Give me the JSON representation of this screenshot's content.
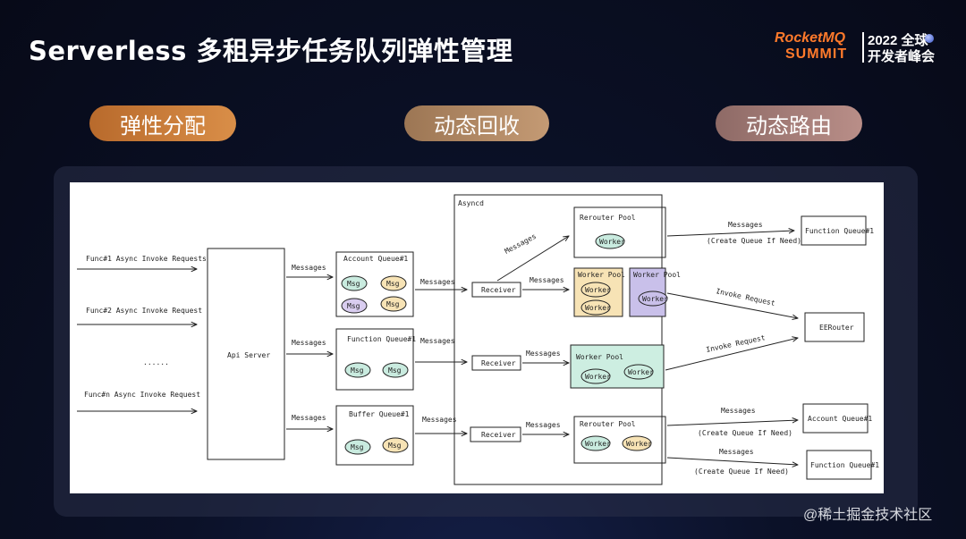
{
  "title": "Serverless 多租异步任务队列弹性管理",
  "logo": {
    "brand": "RocketMQ",
    "sub": "SUMMIT",
    "year": "2022 全球",
    "event": "开发者峰会"
  },
  "pills": [
    "弹性分配",
    "动态回收",
    "动态路由"
  ],
  "watermark": "@稀土掘金技术社区",
  "diagram": {
    "requests": [
      "Func#1 Async Invoke Requests",
      "Func#2 Async Invoke Request",
      "......",
      "Func#n Async Invoke Request"
    ],
    "api_server": "Api Server",
    "messages": "Messages",
    "queues": [
      {
        "name": "Account Queue#1",
        "msgs": [
          "Msg",
          "Msg",
          "Msg",
          "Msg"
        ]
      },
      {
        "name": "Function Queue#1",
        "msgs": [
          "Msg",
          "Msg"
        ]
      },
      {
        "name": "Buffer Queue#1",
        "msgs": [
          "Msg",
          "Msg"
        ]
      }
    ],
    "asyncd": "Asyncd",
    "receiver": "Receiver",
    "rerouter_pool": "Rerouter Pool",
    "worker_pool": "Worker Pool",
    "worker": "Worker",
    "create_queue": "(Create Queue If Need)",
    "invoke_request": "Invoke Request",
    "targets": [
      "Function Queue#1",
      "EERouter",
      "Account Queue#1",
      "Function Queue#1"
    ]
  },
  "colors": {
    "orange_msg": "#f7e3b5",
    "purple_msg": "#d9cdf0",
    "teal_msg": "#c9ebdf",
    "worker_pool_orange": "#f7e3b5",
    "worker_pool_purple": "#c9c0ea",
    "worker_pool_teal": "#cdeee1"
  }
}
